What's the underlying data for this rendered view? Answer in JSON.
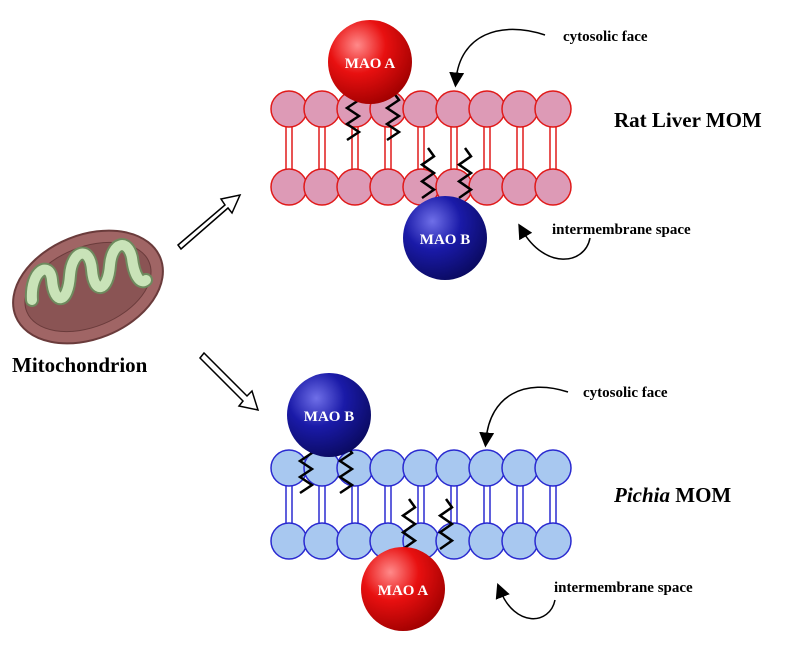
{
  "mitochondrion": {
    "label": "Mitochondrion",
    "colors": {
      "outer": "#a06565",
      "outer_edge": "#6a3b3b",
      "inner": "#c9e3b8",
      "inner_edge": "#6e8a5e"
    }
  },
  "panels": [
    {
      "title": "Rat Liver MOM",
      "title_italic": "",
      "title_rest": "Rat Liver MOM",
      "cytosolic_label": "cytosolic face",
      "intermembrane_label": "intermembrane space",
      "top_protein": {
        "label": "MAO A",
        "color": "#e81010",
        "highlight": "#ff8a8a"
      },
      "bottom_protein": {
        "label": "MAO B",
        "color": "#1a1aa8",
        "highlight": "#6f6fe8"
      },
      "lipid_head_color": "#dd9ab6",
      "lipid_edge_color": "#e01a1a",
      "lipid_tail_color": "#e01a1a"
    },
    {
      "title": "Pichia MOM",
      "title_italic": "Pichia",
      "title_rest": " MOM",
      "cytosolic_label": "cytosolic face",
      "intermembrane_label": "intermembrane space",
      "top_protein": {
        "label": "MAO B",
        "color": "#1a1aa8",
        "highlight": "#6f6fe8"
      },
      "bottom_protein": {
        "label": "MAO A",
        "color": "#e81010",
        "highlight": "#ff8a8a"
      },
      "lipid_head_color": "#a8c8f0",
      "lipid_edge_color": "#2a2ad0",
      "lipid_tail_color": "#2a2ad0"
    }
  ],
  "icons": [
    "arrow-outline-icon",
    "curved-arrow-icon",
    "zigzag-anchor-icon"
  ]
}
